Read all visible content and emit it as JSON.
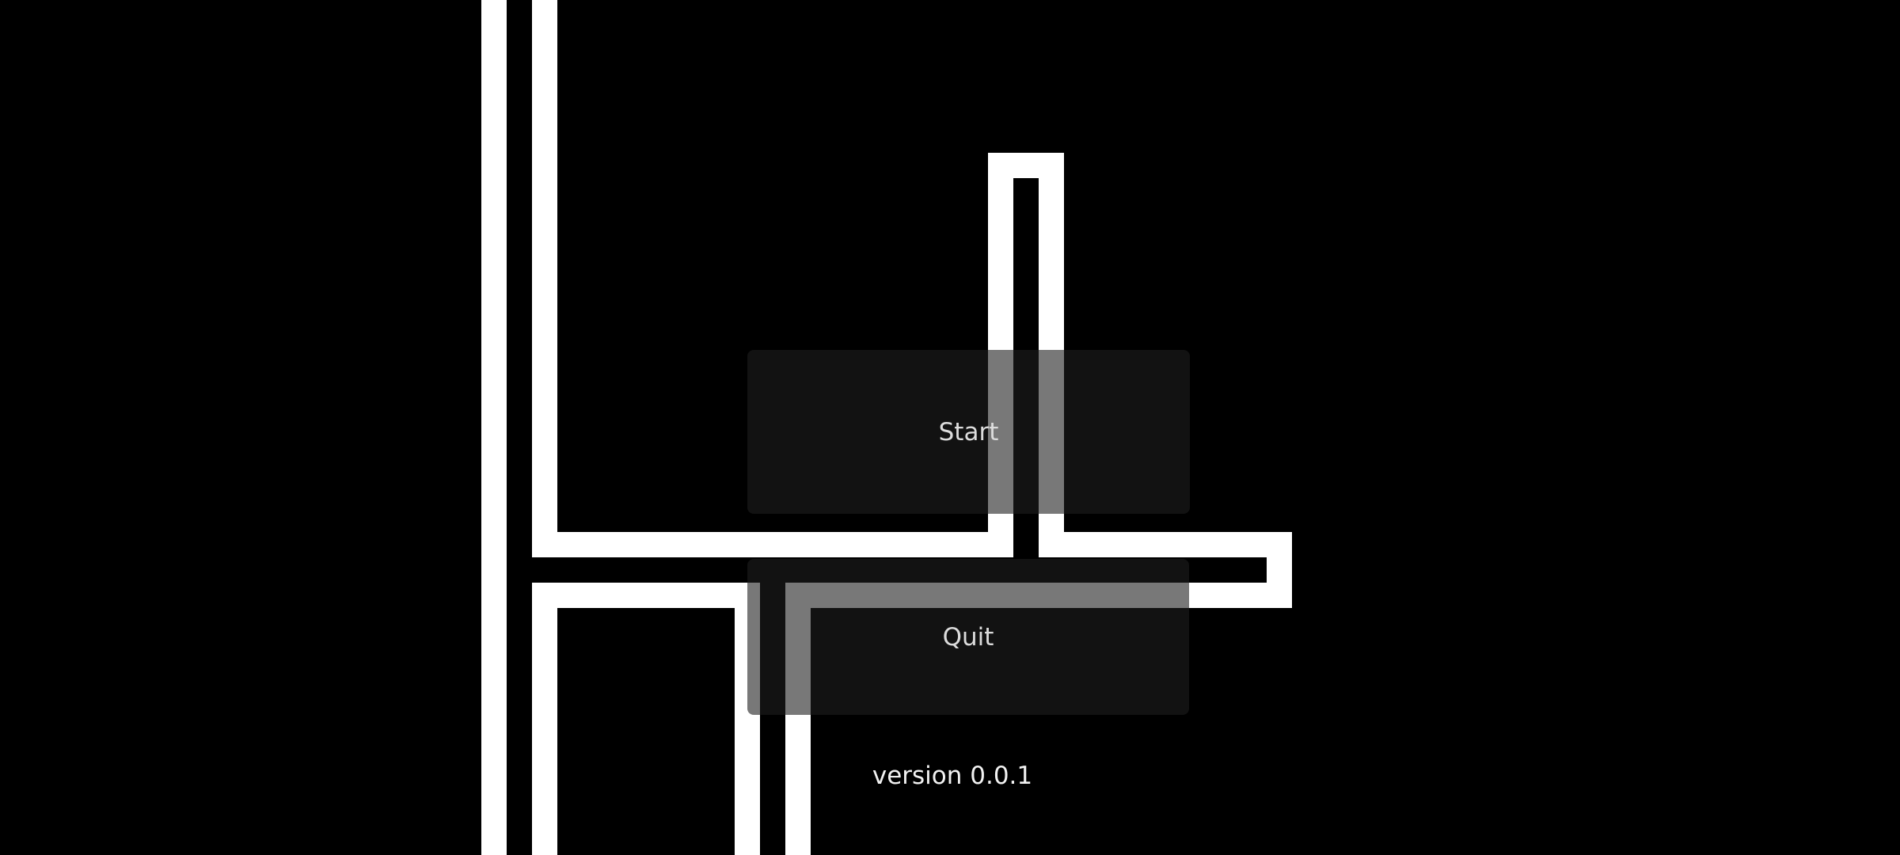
{
  "menu": {
    "start_label": "Start",
    "quit_label": "Quit",
    "version_text": "version 0.0.1"
  },
  "colors": {
    "background": "#000000",
    "maze_wall": "#ffffff",
    "button_bg": "#1e1e1e",
    "button_text": "#dcdcdc"
  }
}
